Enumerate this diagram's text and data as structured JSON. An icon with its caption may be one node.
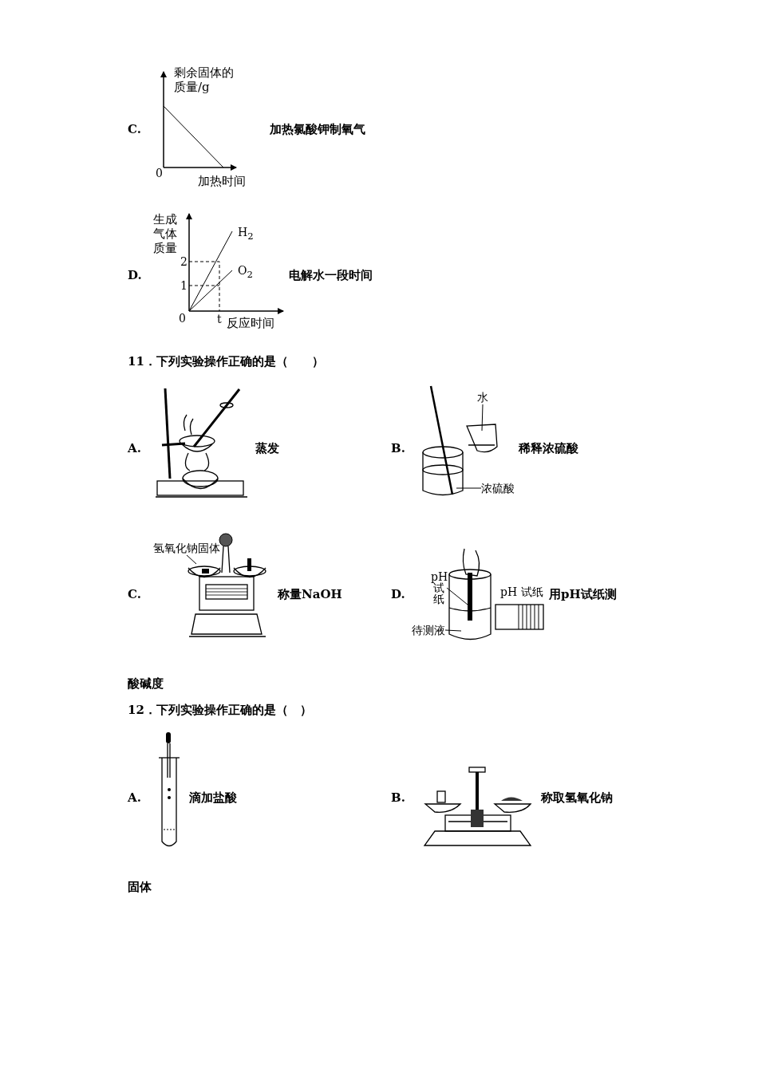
{
  "diagram": {
    "nodes": [
      {
        "text": [
          "水"
        ]
      },
      {
        "text": [
          "浓硫酸"
        ]
      },
      {
        "text": [
          "氢氧化钠固体"
        ]
      },
      {
        "text": [
          "pH试纸"
        ]
      },
      {
        "text": [
          "待测液"
        ]
      }
    ],
    "edges": [
      {
        "from": 0,
        "to": null,
        "arrow": "none"
      },
      {
        "from": 1,
        "to": null,
        "arrow": "none"
      },
      {
        "from": 2,
        "to": null,
        "arrow": "none"
      },
      {
        "from": 3,
        "to": null,
        "arrow": "none"
      },
      {
        "from": 4,
        "to": null,
        "arrow": "none"
      }
    ],
    "labels": [
      "C.",
      "剩余固体的质量/g",
      "0",
      "加热时间",
      "加热氯酸钾制氧气",
      "D.",
      "生成气体质量",
      "H$_{2}$",
      "2",
      "O$_{2}$",
      "1",
      "0",
      "t",
      "反应时间",
      "电解水一段时间",
      "11．下列实验操作正确的是（　　）",
      "A.",
      "蒸发",
      "B.",
      "稀释浓硫酸",
      "C.",
      "称量NaOH",
      "D.",
      "pH 试纸",
      "用pH试纸测",
      "酸碱度",
      "12．下列实验操作正确的是（　）",
      "A.",
      "滴加盐酸",
      "B.",
      "称取氢氧化钠",
      "固体"
    ]
  }
}
